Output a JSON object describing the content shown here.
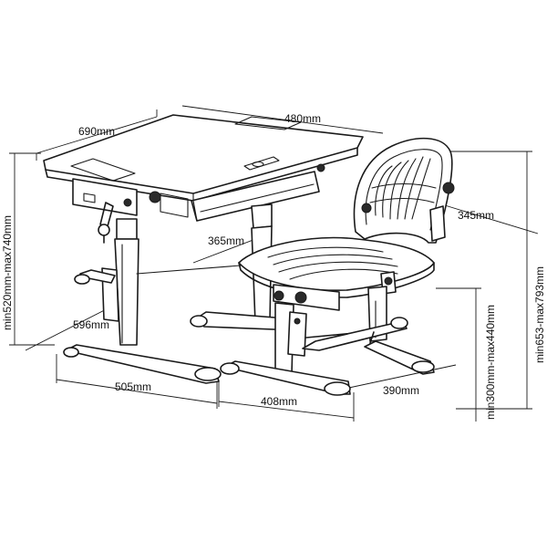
{
  "dimensions": {
    "desk_width": "690mm",
    "desk_depth": "480mm",
    "desk_height": "min520mm-max740mm",
    "desk_leg_depth": "596mm",
    "desk_base_width": "505mm",
    "chair_seat_depth": "365mm",
    "chair_back_width": "345mm",
    "chair_base_width": "408mm",
    "chair_base_depth": "390mm",
    "chair_seat_height": "min300mm-max440mm",
    "chair_total_height": "min653-max793mm"
  }
}
